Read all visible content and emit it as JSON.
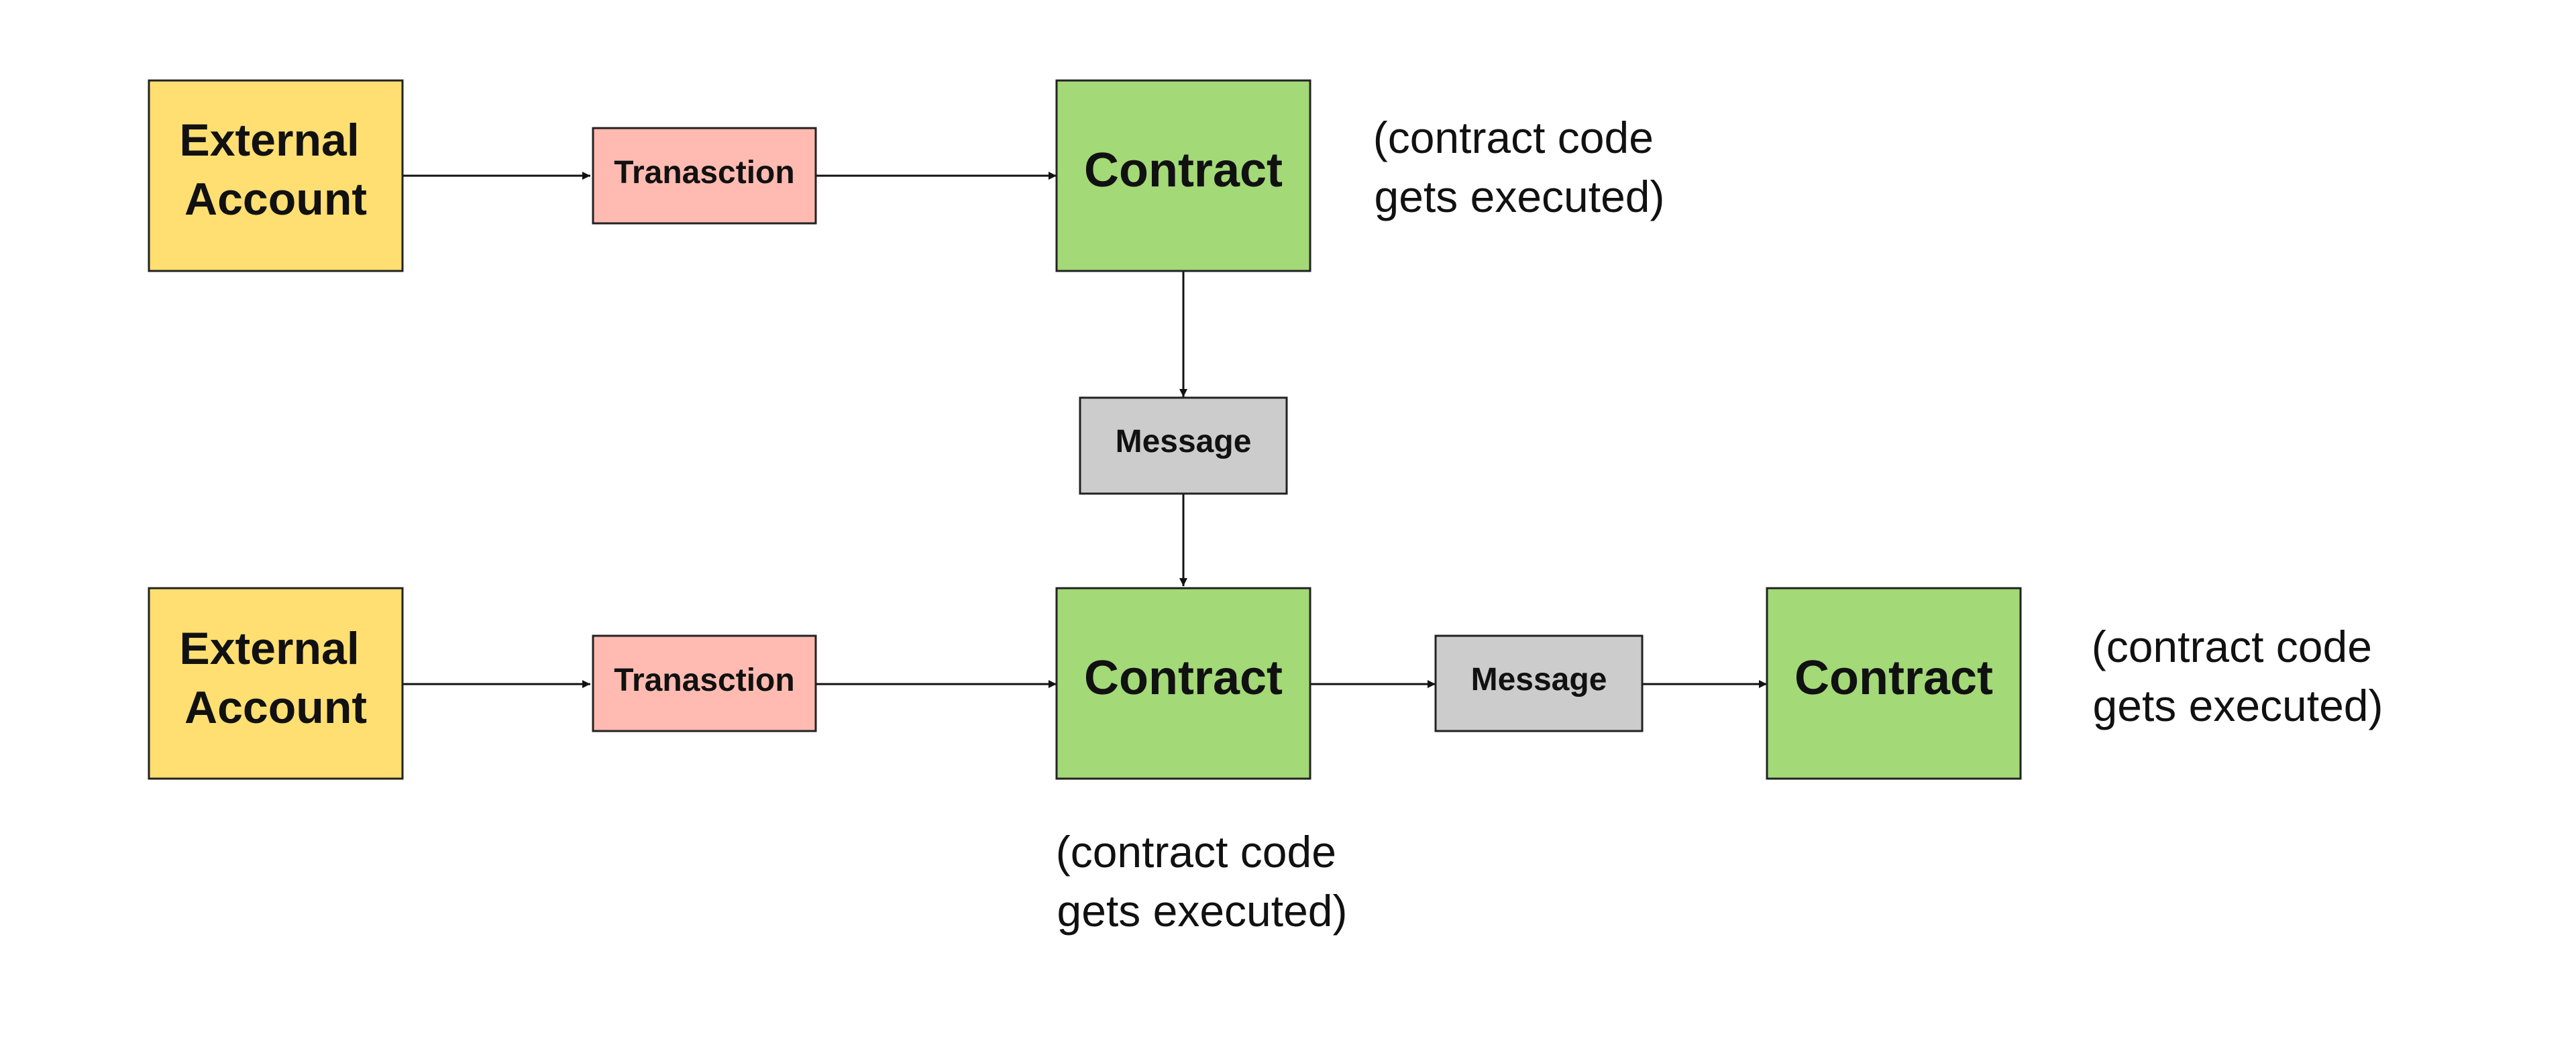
{
  "colors": {
    "external_account": "#FFDF71",
    "transaction": "#FFBBB1",
    "contract": "#A3D977",
    "message": "#CCCCCC",
    "border": "#222222",
    "arrow": "#111111"
  },
  "row1": {
    "external_account": [
      "External",
      "Account"
    ],
    "transaction": "Tranasction",
    "contract": "Contract",
    "contract_note": [
      "(contract code",
      "gets executed)"
    ]
  },
  "connector": {
    "message": "Message"
  },
  "row2": {
    "external_account": [
      "External",
      "Account"
    ],
    "transaction": "Tranasction",
    "contract": "Contract",
    "contract_note": [
      "(contract code",
      "gets executed)"
    ],
    "message": "Message",
    "contract_2": "Contract",
    "contract_2_note": [
      "(contract code",
      "gets executed)"
    ]
  }
}
